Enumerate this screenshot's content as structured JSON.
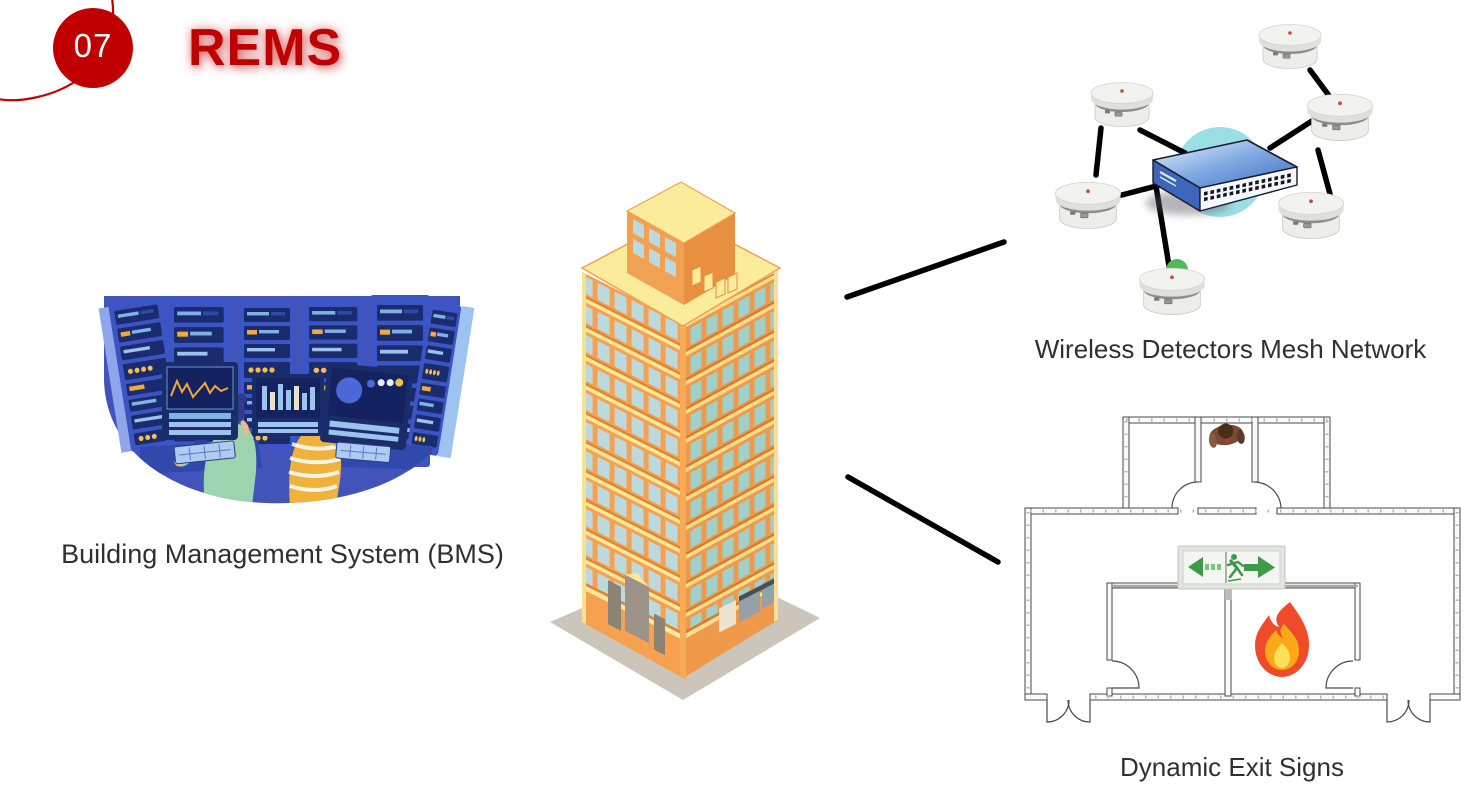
{
  "slide": {
    "number": "07",
    "title": "REMS"
  },
  "labels": {
    "bms": "Building Management System (BMS)",
    "mesh": "Wireless Detectors Mesh Network",
    "exit": "Dynamic Exit Signs"
  },
  "colors": {
    "accent_red": "#C00000",
    "label_text": "#303030",
    "connector_black": "#000000",
    "building_orange_left": "#F5A150",
    "building_orange_right": "#EF994B",
    "building_roof_yellow": "#FBEC9C",
    "building_window_blue": "#BCD9DD",
    "ground_gray": "#CCC5BA",
    "switch_blue": "#4A79C9",
    "switch_halo_teal": "#8AD8DE",
    "detector_gray": "#EDEDEA",
    "exit_sign_green": "#3E9A47",
    "fire_red": "#EF4B2B",
    "fire_orange": "#FBA919",
    "fire_yellow": "#FBE158",
    "bms_rack_blue": "#3B55C4",
    "bms_navy": "#1B2C6E",
    "bms_accent_yellow": "#F2A93C",
    "bms_shirt_green": "#9BD4AE",
    "bms_shirt_yellow": "#F0B23C"
  },
  "icons": {
    "bms_illustration": "control-room-with-server-racks-and-operators",
    "building_illustration": "isometric-office-tower",
    "mesh_illustration": "smoke-detectors-mesh-with-network-switch",
    "floor_plan_illustration": "floor-plan-with-exit-sign-fire-and-person"
  }
}
